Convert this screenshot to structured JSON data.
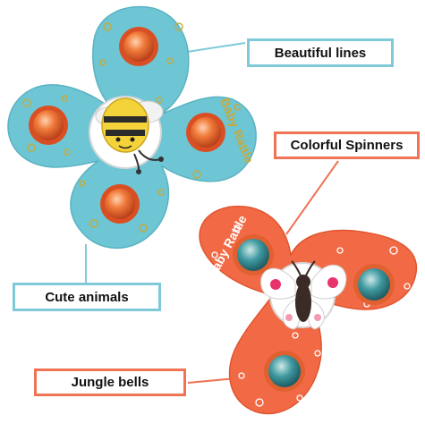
{
  "callouts": {
    "beautiful": "Beautiful lines",
    "colorful": "Colorful Spinners",
    "cute": "Cute animals",
    "jungle": "Jungle bells"
  },
  "toy_text": {
    "blue": "Baby Rattle",
    "orange": "Baby Rattle"
  },
  "colors": {
    "blue_spinner": "#6ec6d4",
    "orange_spinner": "#f26a45",
    "blue_callout_border": "#7fc9d8",
    "orange_callout_border": "#f07355",
    "bee_yellow": "#f4d23a",
    "butterfly_pink": "#e8336b"
  },
  "icons": [
    "bee-icon",
    "butterfly-icon"
  ]
}
